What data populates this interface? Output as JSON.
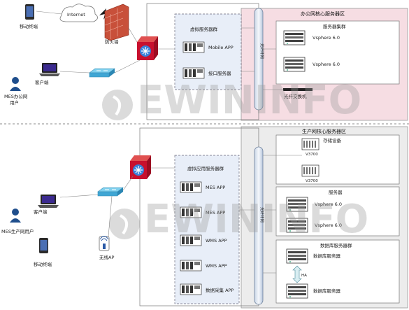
{
  "devices": {
    "mobile_top": "移动终端",
    "internet": "Internet",
    "firewall": "防火墙",
    "client_top": "客户端",
    "mes_office_user": "MES办公网\n用户",
    "client_bottom": "客户端",
    "mes_prod_user": "MES生产网用户",
    "mobile_bottom": "移动终端",
    "wireless_ap": "无线AP"
  },
  "office_zone": {
    "title": "办公网核心服务器区",
    "virtual_cluster": "虚拟服务器群",
    "mobile_app": "Mobile APP",
    "interface_server": "接口服务器",
    "backbone_label": "光纤环网",
    "server_cluster": "服务器集群",
    "vsphere_1": "Vsphere 6.0",
    "vsphere_2": "Vsphere 6.0",
    "fiber_switch": "光纤交换机"
  },
  "production_zone": {
    "title": "生产网核心服务器区",
    "storage_device": "存储设备",
    "v3700_1": "V3700",
    "v3700_2": "V3700",
    "virtual_app_cluster": "虚拟应用服务器群",
    "mes_app_1": "MES APP",
    "mes_app_2": "MES APP",
    "wms_app_1": "WMS APP",
    "wms_app_2": "WMS APP",
    "data_collection_app": "数据采集 APP",
    "backbone_label": "光纤环网",
    "server_group": "服务器",
    "vsphere_3": "Vsphere 6.0",
    "vsphere_4": "Vsphere 6.0",
    "db_cluster": "数据库服务器群",
    "db_server_1": "数据库服务器",
    "db_server_2": "数据库服务器",
    "ha": "HA"
  },
  "watermark": "EWININFO"
}
